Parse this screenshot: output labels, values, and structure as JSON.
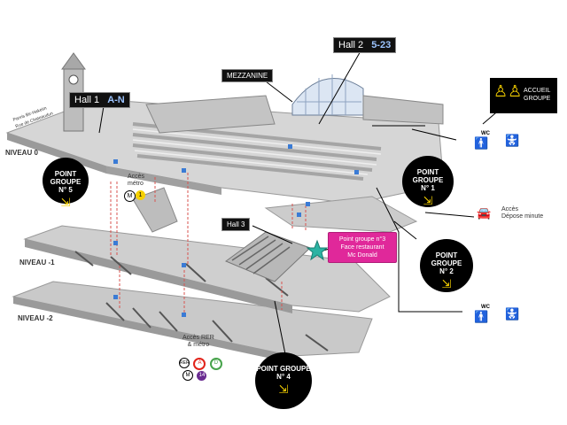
{
  "levels": {
    "niveau0": "NIVEAU 0",
    "niveau_m1": "NIVEAU -1",
    "niveau_m2": "NIVEAU -2"
  },
  "halls": {
    "hall1": "Hall 1",
    "hall1_lines": "A-N",
    "hall2": "Hall 2",
    "hall2_lines": "5-23",
    "hall3": "Hall 3",
    "mezzanine": "MEZZANINE"
  },
  "accueil": {
    "line1": "ACCUEIL",
    "line2": "GROUPE"
  },
  "points": [
    {
      "title": "POINT GROUPE",
      "num": "N° 5"
    },
    {
      "title": "POINT GROUPE",
      "num": "N° 1"
    },
    {
      "title": "POINT GROUPE",
      "num": "N° 2"
    },
    {
      "title": "POINT GROUPE",
      "num": "N° 4"
    }
  ],
  "pink_callout": {
    "line1": "Point groupe n°3",
    "line2": "Face restaurant",
    "line3": "Mc Donald"
  },
  "acces_metro": {
    "line1": "Accès",
    "line2": "métro"
  },
  "acces_rer": {
    "line1": "Accès RER",
    "line2": "& métro"
  },
  "depose": {
    "line1": "Accès",
    "line2": "Dépose minute"
  },
  "wc_label": "WC",
  "street_labels": {
    "left": "Parvis Bir-Hakeim",
    "left2": "Rue de Chateaudun"
  },
  "colors": {
    "pink": "#e0289a",
    "yellow": "#f5d000",
    "black": "#000000"
  }
}
